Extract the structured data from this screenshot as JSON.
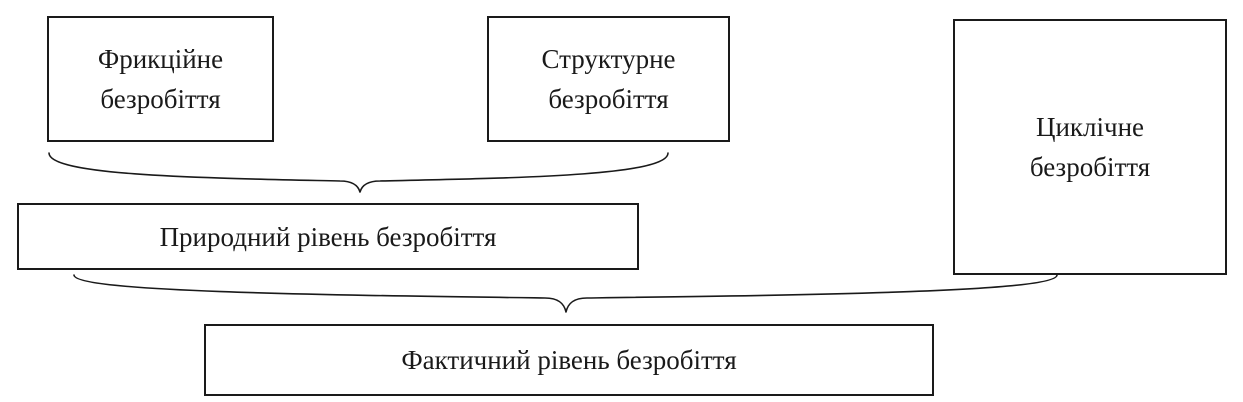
{
  "diagram": {
    "frictional": [
      "Фрикційне",
      "безробіття"
    ],
    "structural": [
      "Структурне",
      "безробіття"
    ],
    "cyclical": [
      "Циклічне",
      "безробіття"
    ],
    "natural": "Природний рівень безробіття",
    "actual": "Фактичний рівень безробіття"
  }
}
